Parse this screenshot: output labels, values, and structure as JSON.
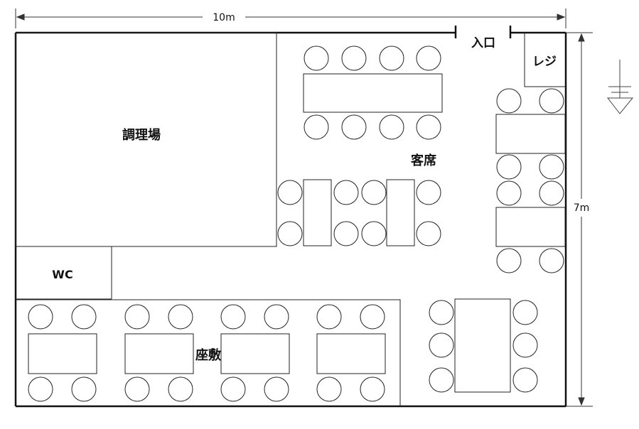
{
  "dimensions": {
    "width_label": "10m",
    "height_label": "7m"
  },
  "rooms": {
    "kitchen": "調理場",
    "wc": "WC",
    "tatami": "座敷",
    "seating": "客席",
    "register": "レジ",
    "entrance": "入口"
  },
  "icons": {
    "north_marker": "north-arrow-icon"
  }
}
